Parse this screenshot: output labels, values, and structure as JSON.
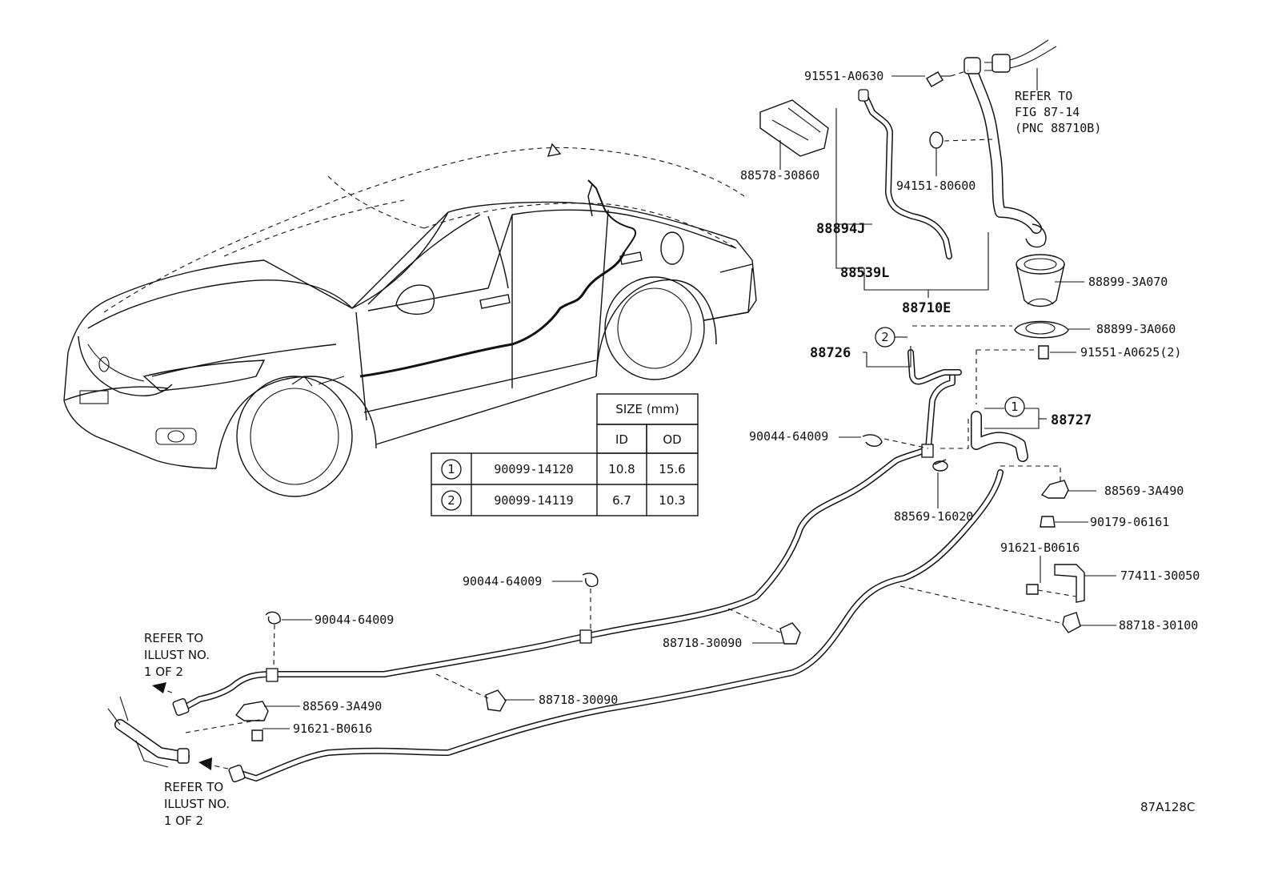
{
  "figure_code": "87A128C",
  "callouts": {
    "c_91551_A0630": "91551-A0630",
    "c_88578_30860": "88578-30860",
    "c_94151_80600": "94151-80600",
    "c_88894J": "88894J",
    "c_88539L": "88539L",
    "c_88710E": "88710E",
    "c_88899_3A070": "88899-3A070",
    "c_88899_3A060": "88899-3A060",
    "c_91551_A0625": "91551-A0625(2)",
    "c_88726": "88726",
    "c_88727": "88727",
    "c_90044_64009_a": "90044-64009",
    "c_88569_16020": "88569-16020",
    "c_88569_3A490_a": "88569-3A490",
    "c_90179_06161": "90179-06161",
    "c_91621_B0616_a": "91621-B0616",
    "c_77411_30050": "77411-30050",
    "c_88718_30100": "88718-30100",
    "c_90044_64009_b": "90044-64009",
    "c_90044_64009_c": "90044-64009",
    "c_88718_30090_a": "88718-30090",
    "c_88718_30090_b": "88718-30090",
    "c_88569_3A490_b": "88569-3A490",
    "c_91621_B0616_b": "91621-B0616"
  },
  "refer_fig": [
    "REFER TO",
    "FIG 87-14",
    "(PNC 88710B)"
  ],
  "refer_illust_upper": [
    "REFER TO",
    "ILLUST NO.",
    "1 OF 2"
  ],
  "refer_illust_lower": [
    "REFER TO",
    "ILLUST NO.",
    "1 OF 2"
  ],
  "marker_labels": {
    "one": "1",
    "two": "2"
  },
  "size_table": {
    "header": "SIZE (mm)",
    "col_id": "ID",
    "col_od": "OD",
    "rows": [
      {
        "marker": "1",
        "part": "90099-14120",
        "id": "10.8",
        "od": "15.6"
      },
      {
        "marker": "2",
        "part": "90099-14119",
        "id": "6.7",
        "od": "10.3"
      }
    ]
  }
}
